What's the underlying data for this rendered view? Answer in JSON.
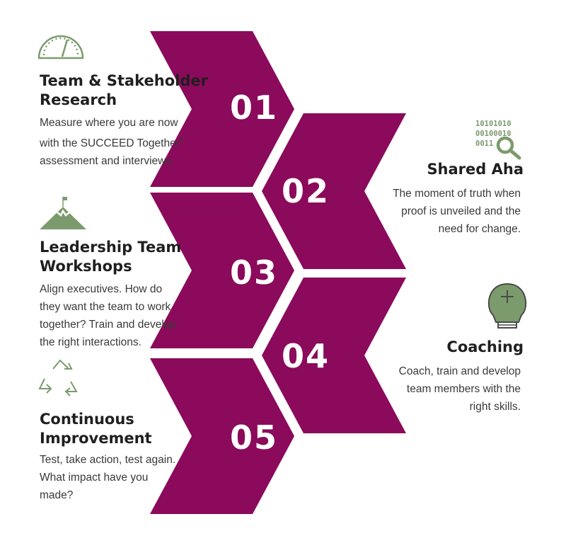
{
  "steps": [
    {
      "number": "01",
      "title_line1": "Team & Stakeholder",
      "title_line2": "Research",
      "desc_line1": "Measure where you are now",
      "desc_line2": "with the SUCCEED Together",
      "desc_sup": "®",
      "desc_line3": "assessment and interviews.",
      "icon": "gauge-icon"
    },
    {
      "number": "02",
      "title_line1": "Shared Aha",
      "desc_line1": "The moment of truth when",
      "desc_line2": "proof is unveiled and the",
      "desc_line3": "need for change.",
      "icon": "magnifier-binary-icon",
      "binary": [
        "10101010",
        "00100010",
        "0011"
      ]
    },
    {
      "number": "03",
      "title_line1": "Leadership Team",
      "title_line2": "Workshops",
      "desc_line1": "Align executives.  How do",
      "desc_line2": "they want the team to work",
      "desc_line3": "together? Train and develop",
      "desc_line4": "the right interactions.",
      "icon": "mountain-flag-icon"
    },
    {
      "number": "04",
      "title_line1": "Coaching",
      "desc_line1": "Coach, train and develop",
      "desc_line2": "team members with the",
      "desc_line3": "right skills.",
      "icon": "lightbulb-icon"
    },
    {
      "number": "05",
      "title_line1": "Continuous",
      "title_line2": "Improvement",
      "desc_line1": "Test, take action, test again.",
      "desc_line2": "What impact have you",
      "desc_line3": "made?",
      "icon": "recycle-icon"
    }
  ],
  "colors": {
    "chevron": "#8b0a5b",
    "icon_green": "#7c9b6d",
    "text_dark": "#1f1f1f"
  }
}
